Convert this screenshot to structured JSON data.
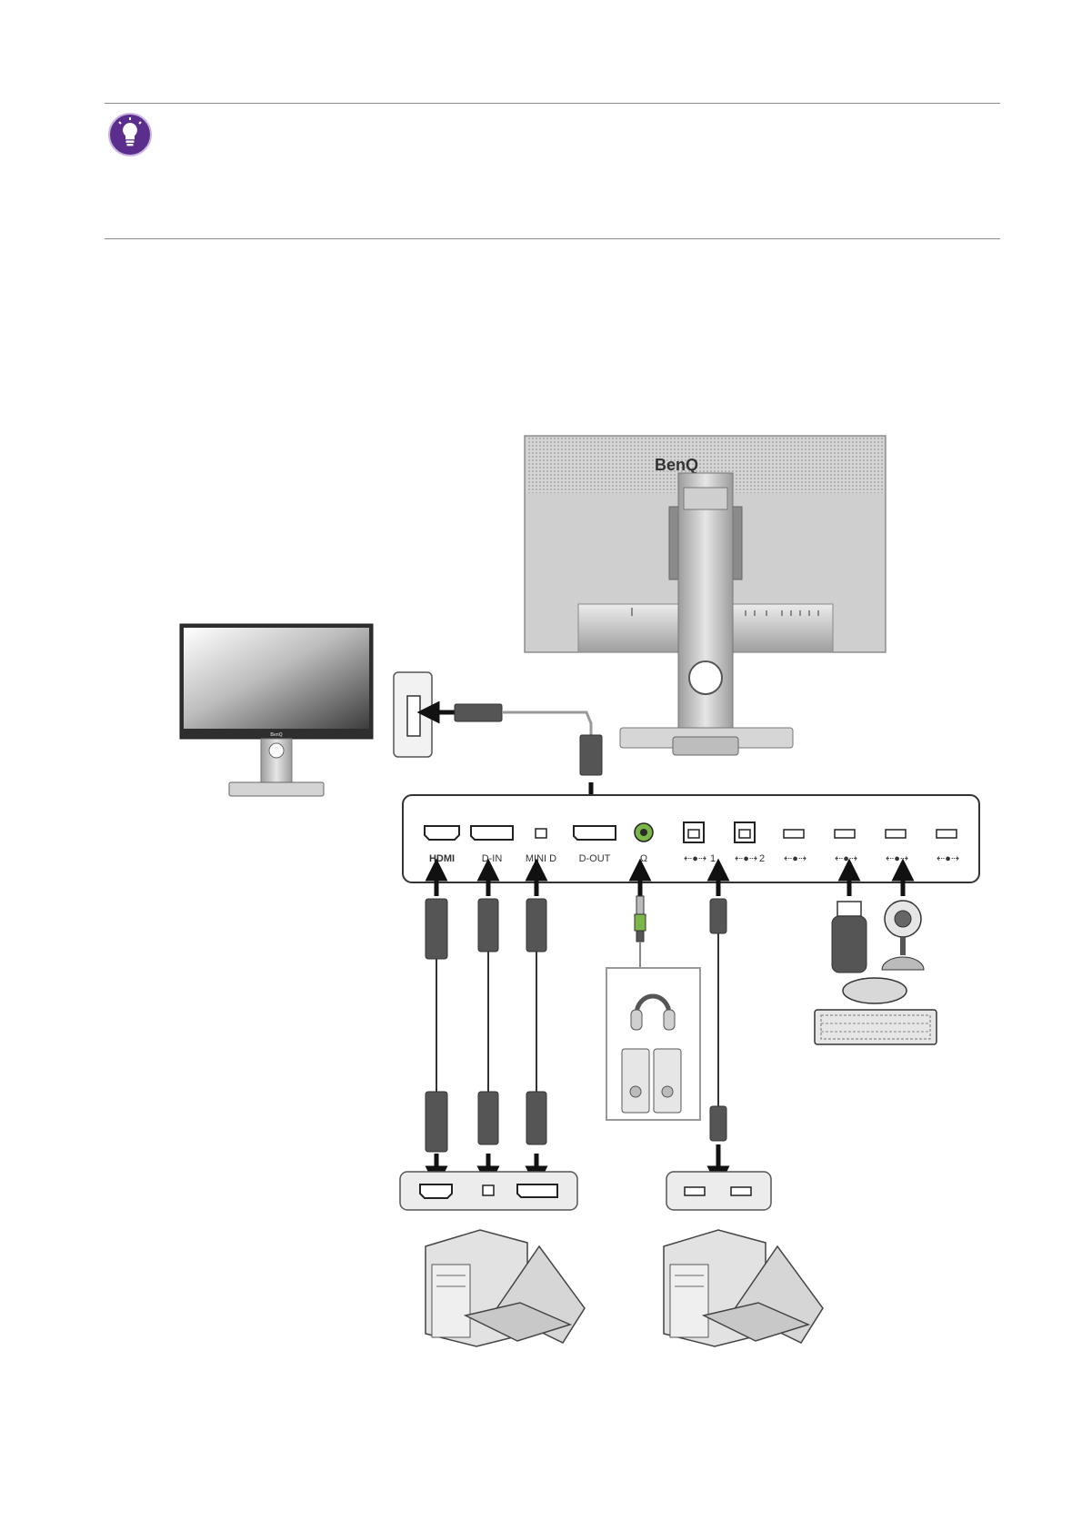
{
  "colors": {
    "tip_purple": "#5b2d8c",
    "audio_green": "#7ab648",
    "cable_dark": "#555555",
    "monitor_gray": "#c8c8c8"
  },
  "icons": {
    "tip": "lightbulb-icon"
  },
  "monitor": {
    "brand": "BenQ",
    "small_brand": "BenQ"
  },
  "ports": {
    "hdmi": "HDMI",
    "dp_in": "D-IN",
    "mini_dp": "MINI D",
    "dp_out": "D-OUT",
    "headphone": "Ω",
    "usb_up1": "1",
    "usb_up2": "2"
  }
}
